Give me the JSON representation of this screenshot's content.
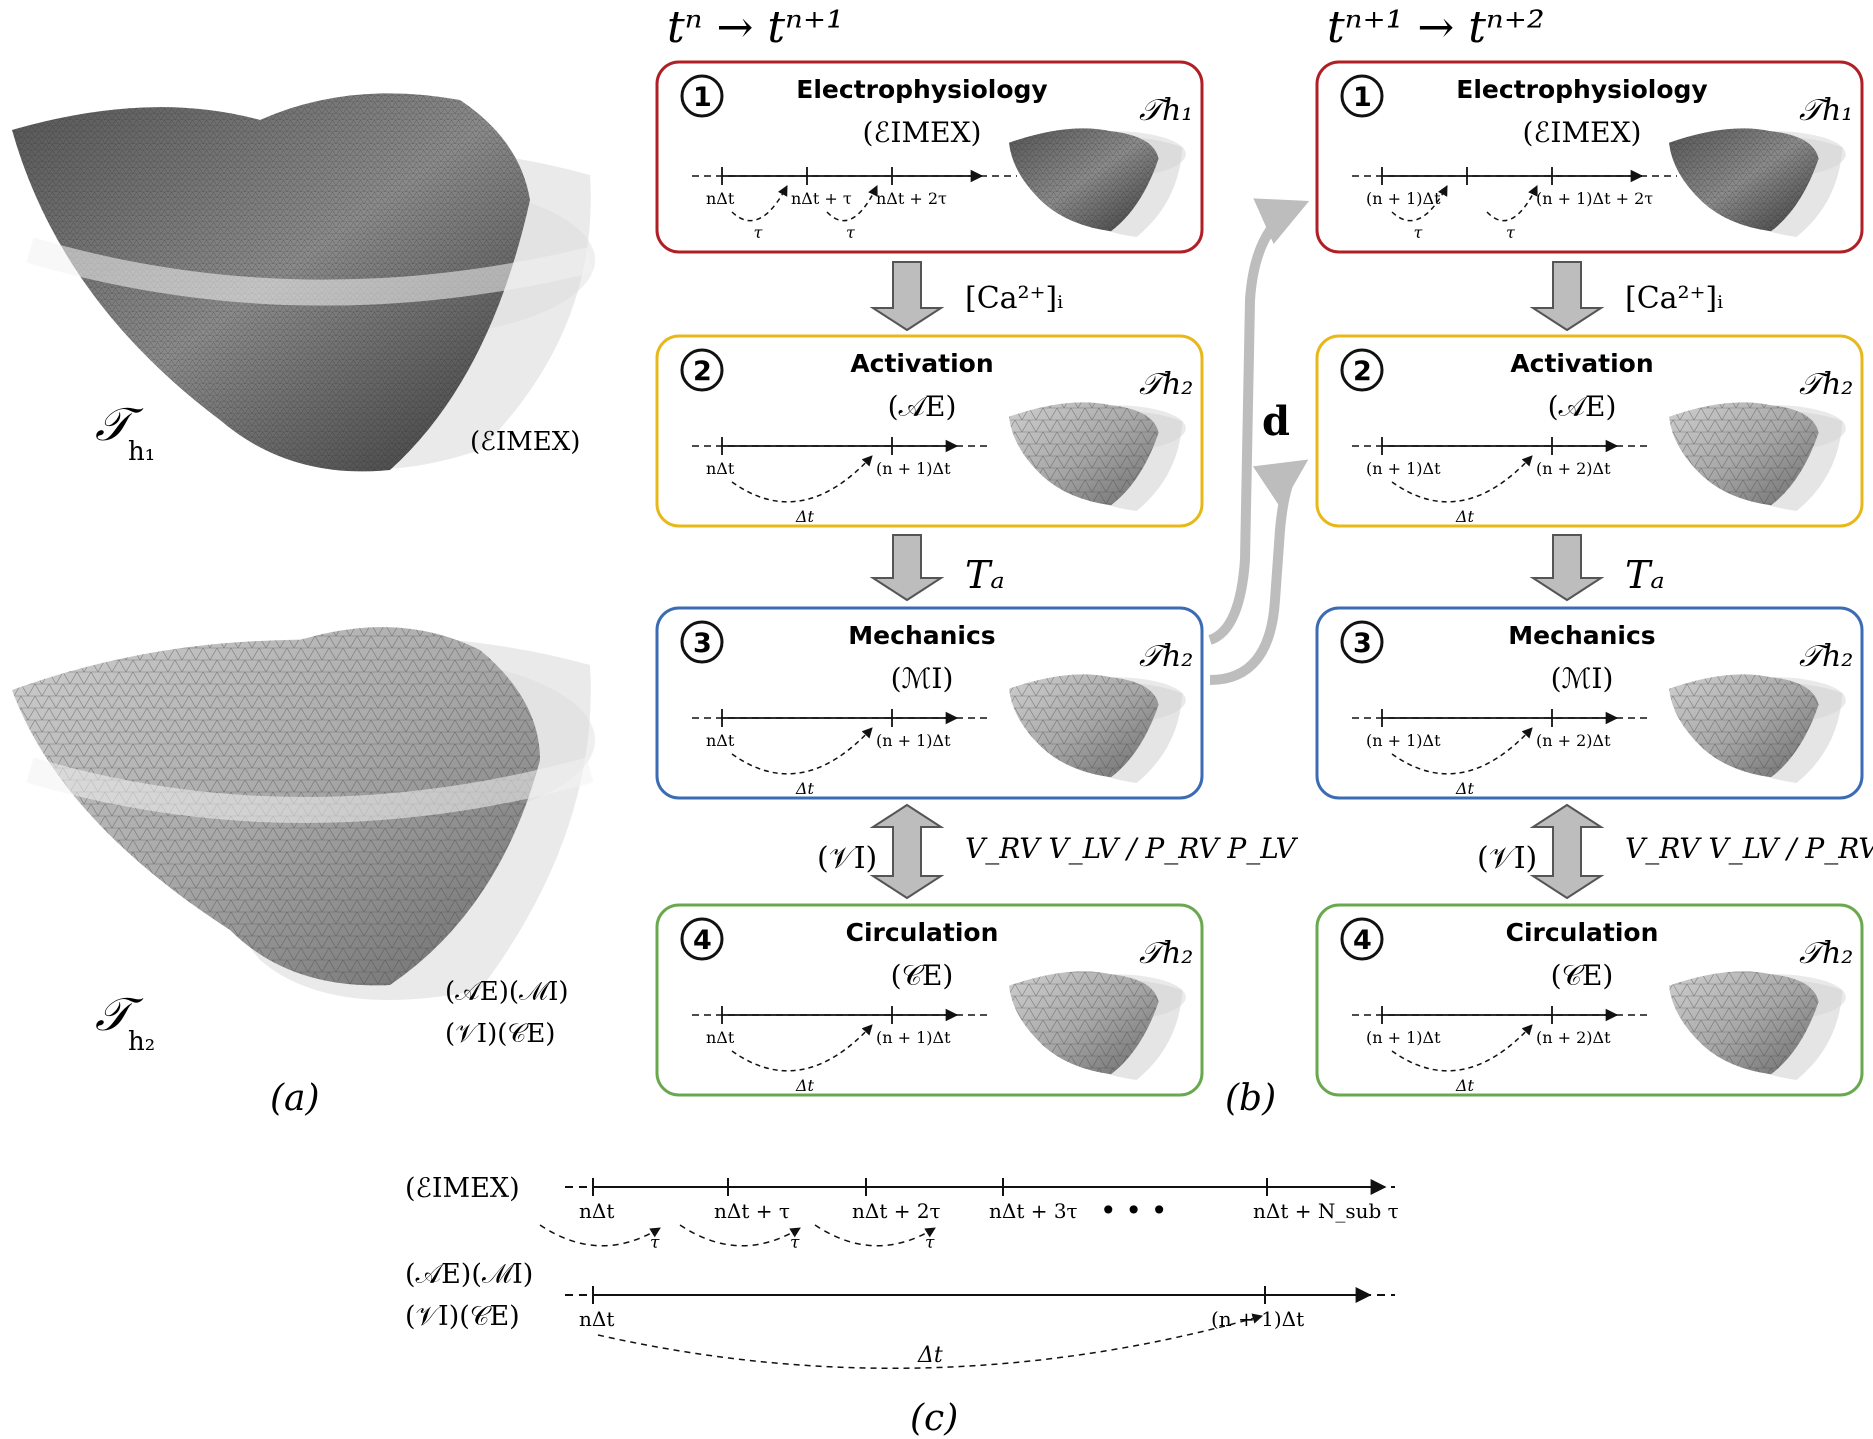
{
  "panels": {
    "a_label": "(a)",
    "b_label": "(b)",
    "c_label": "(c)"
  },
  "meshes": {
    "top_label": "𝒯",
    "top_sub": "h₁",
    "top_method": "(ℰIMEX)",
    "bottom_label": "𝒯",
    "bottom_sub": "h₂",
    "bottom_method_1": "(𝒜E)(ℳI)",
    "bottom_method_2": "(𝒱I)(𝒞E)"
  },
  "columns": [
    {
      "header": "tⁿ → tⁿ⁺¹",
      "boxes": [
        {
          "num": "1",
          "title": "Electrophysiology",
          "method": "(ℰIMEX)",
          "mesh": "𝒯h₁",
          "ticks": [
            "nΔt",
            "nΔt + τ",
            "nΔt + 2τ"
          ],
          "steps": [
            "τ",
            "τ"
          ]
        },
        {
          "num": "2",
          "title": "Activation",
          "method": "(𝒜E)",
          "mesh": "𝒯h₂",
          "ticks": [
            "nΔt",
            "(n + 1)Δt"
          ],
          "steps": [
            "Δt"
          ]
        },
        {
          "num": "3",
          "title": "Mechanics",
          "method": "(ℳI)",
          "mesh": "𝒯h₂",
          "ticks": [
            "nΔt",
            "(n + 1)Δt"
          ],
          "steps": [
            "Δt"
          ]
        },
        {
          "num": "4",
          "title": "Circulation",
          "method": "(𝒞E)",
          "mesh": "𝒯h₂",
          "ticks": [
            "nΔt",
            "(n + 1)Δt"
          ],
          "steps": [
            "Δt"
          ]
        }
      ],
      "arrows": [
        "[Ca²⁺]ᵢ",
        "Tₐ",
        "V_RV V_LV / P_RV P_LV"
      ],
      "coupling_left": "(𝒱I)"
    },
    {
      "header": "tⁿ⁺¹ → tⁿ⁺²",
      "boxes": [
        {
          "num": "1",
          "title": "Electrophysiology",
          "method": "(ℰIMEX)",
          "mesh": "𝒯h₁",
          "ticks": [
            "(n + 1)Δt",
            "(n + 1)Δt + 2τ"
          ],
          "steps": [
            "τ",
            "τ"
          ]
        },
        {
          "num": "2",
          "title": "Activation",
          "method": "(𝒜E)",
          "mesh": "𝒯h₂",
          "ticks": [
            "(n + 1)Δt",
            "(n + 2)Δt"
          ],
          "steps": [
            "Δt"
          ]
        },
        {
          "num": "3",
          "title": "Mechanics",
          "method": "(ℳI)",
          "mesh": "𝒯h₂",
          "ticks": [
            "(n + 1)Δt",
            "(n + 2)Δt"
          ],
          "steps": [
            "Δt"
          ]
        },
        {
          "num": "4",
          "title": "Circulation",
          "method": "(𝒞E)",
          "mesh": "𝒯h₂",
          "ticks": [
            "(n + 1)Δt",
            "(n + 2)Δt"
          ],
          "steps": [
            "Δt"
          ]
        }
      ],
      "arrows": [
        "[Ca²⁺]ᵢ",
        "Tₐ",
        "V_RV V_LV / P_RV P_LV"
      ],
      "coupling_left": "(𝒱I)"
    }
  ],
  "displacement_label": "d",
  "colors": {
    "box1": "#b01f24",
    "box2": "#e8b81a",
    "box3": "#3b6bb3",
    "box4": "#6aa84f",
    "arrow_gray": "#bdbdbd",
    "arrow_dark": "#444444"
  },
  "panel_c": {
    "row1_label": "(ℰIMEX)",
    "row1_ticks": [
      "nΔt",
      "nΔt + τ",
      "nΔt + 2τ",
      "nΔt + 3τ",
      "nΔt + N_sub τ"
    ],
    "row1_step": "τ",
    "ellipsis": "• • •",
    "row2_label_1": "(𝒜E)(ℳI)",
    "row2_label_2": "(𝒱I)(𝒞E)",
    "row2_ticks": [
      "nΔt",
      "(n + 1)Δt"
    ],
    "row2_step": "Δt"
  }
}
